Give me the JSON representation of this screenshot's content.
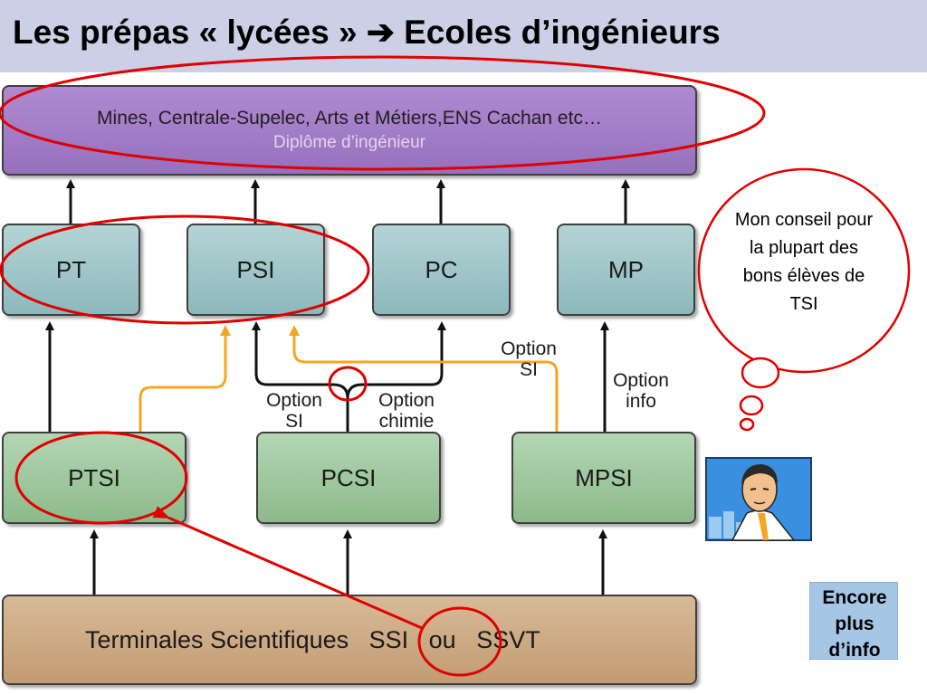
{
  "title": "Les prépas « lycées » ➔ Ecoles d’ingénieurs",
  "top_box": {
    "line1": "Mines, Centrale-Supelec, Arts et Métiers,ENS Cachan etc…",
    "line2": "Diplôme d’ingénieur"
  },
  "second_year": [
    "PT",
    "PSI",
    "PC",
    "MP"
  ],
  "first_year": [
    "PTSI",
    "PCSI",
    "MPSI"
  ],
  "bottom_box": "Terminales Scientifiques   SSI   ou   SSVT",
  "labels": {
    "option_si_left": "Option\nSI",
    "option_chimie": "Option\nchimie",
    "option_si_right": "Option\nSI",
    "option_info": "Option\ninfo"
  },
  "cloud": "Mon conseil pour la plupart des bons élèves de TSI",
  "more_info": "Encore plus d’info",
  "colors": {
    "title_bar": "#ccd0e6",
    "highlight": "#e00000",
    "orange_path": "#f5a623",
    "teal_box": "#9ec6c8",
    "green_box": "#a3c9a3",
    "purple_box": "#a47fc8",
    "tan_box": "#cfaa84"
  }
}
